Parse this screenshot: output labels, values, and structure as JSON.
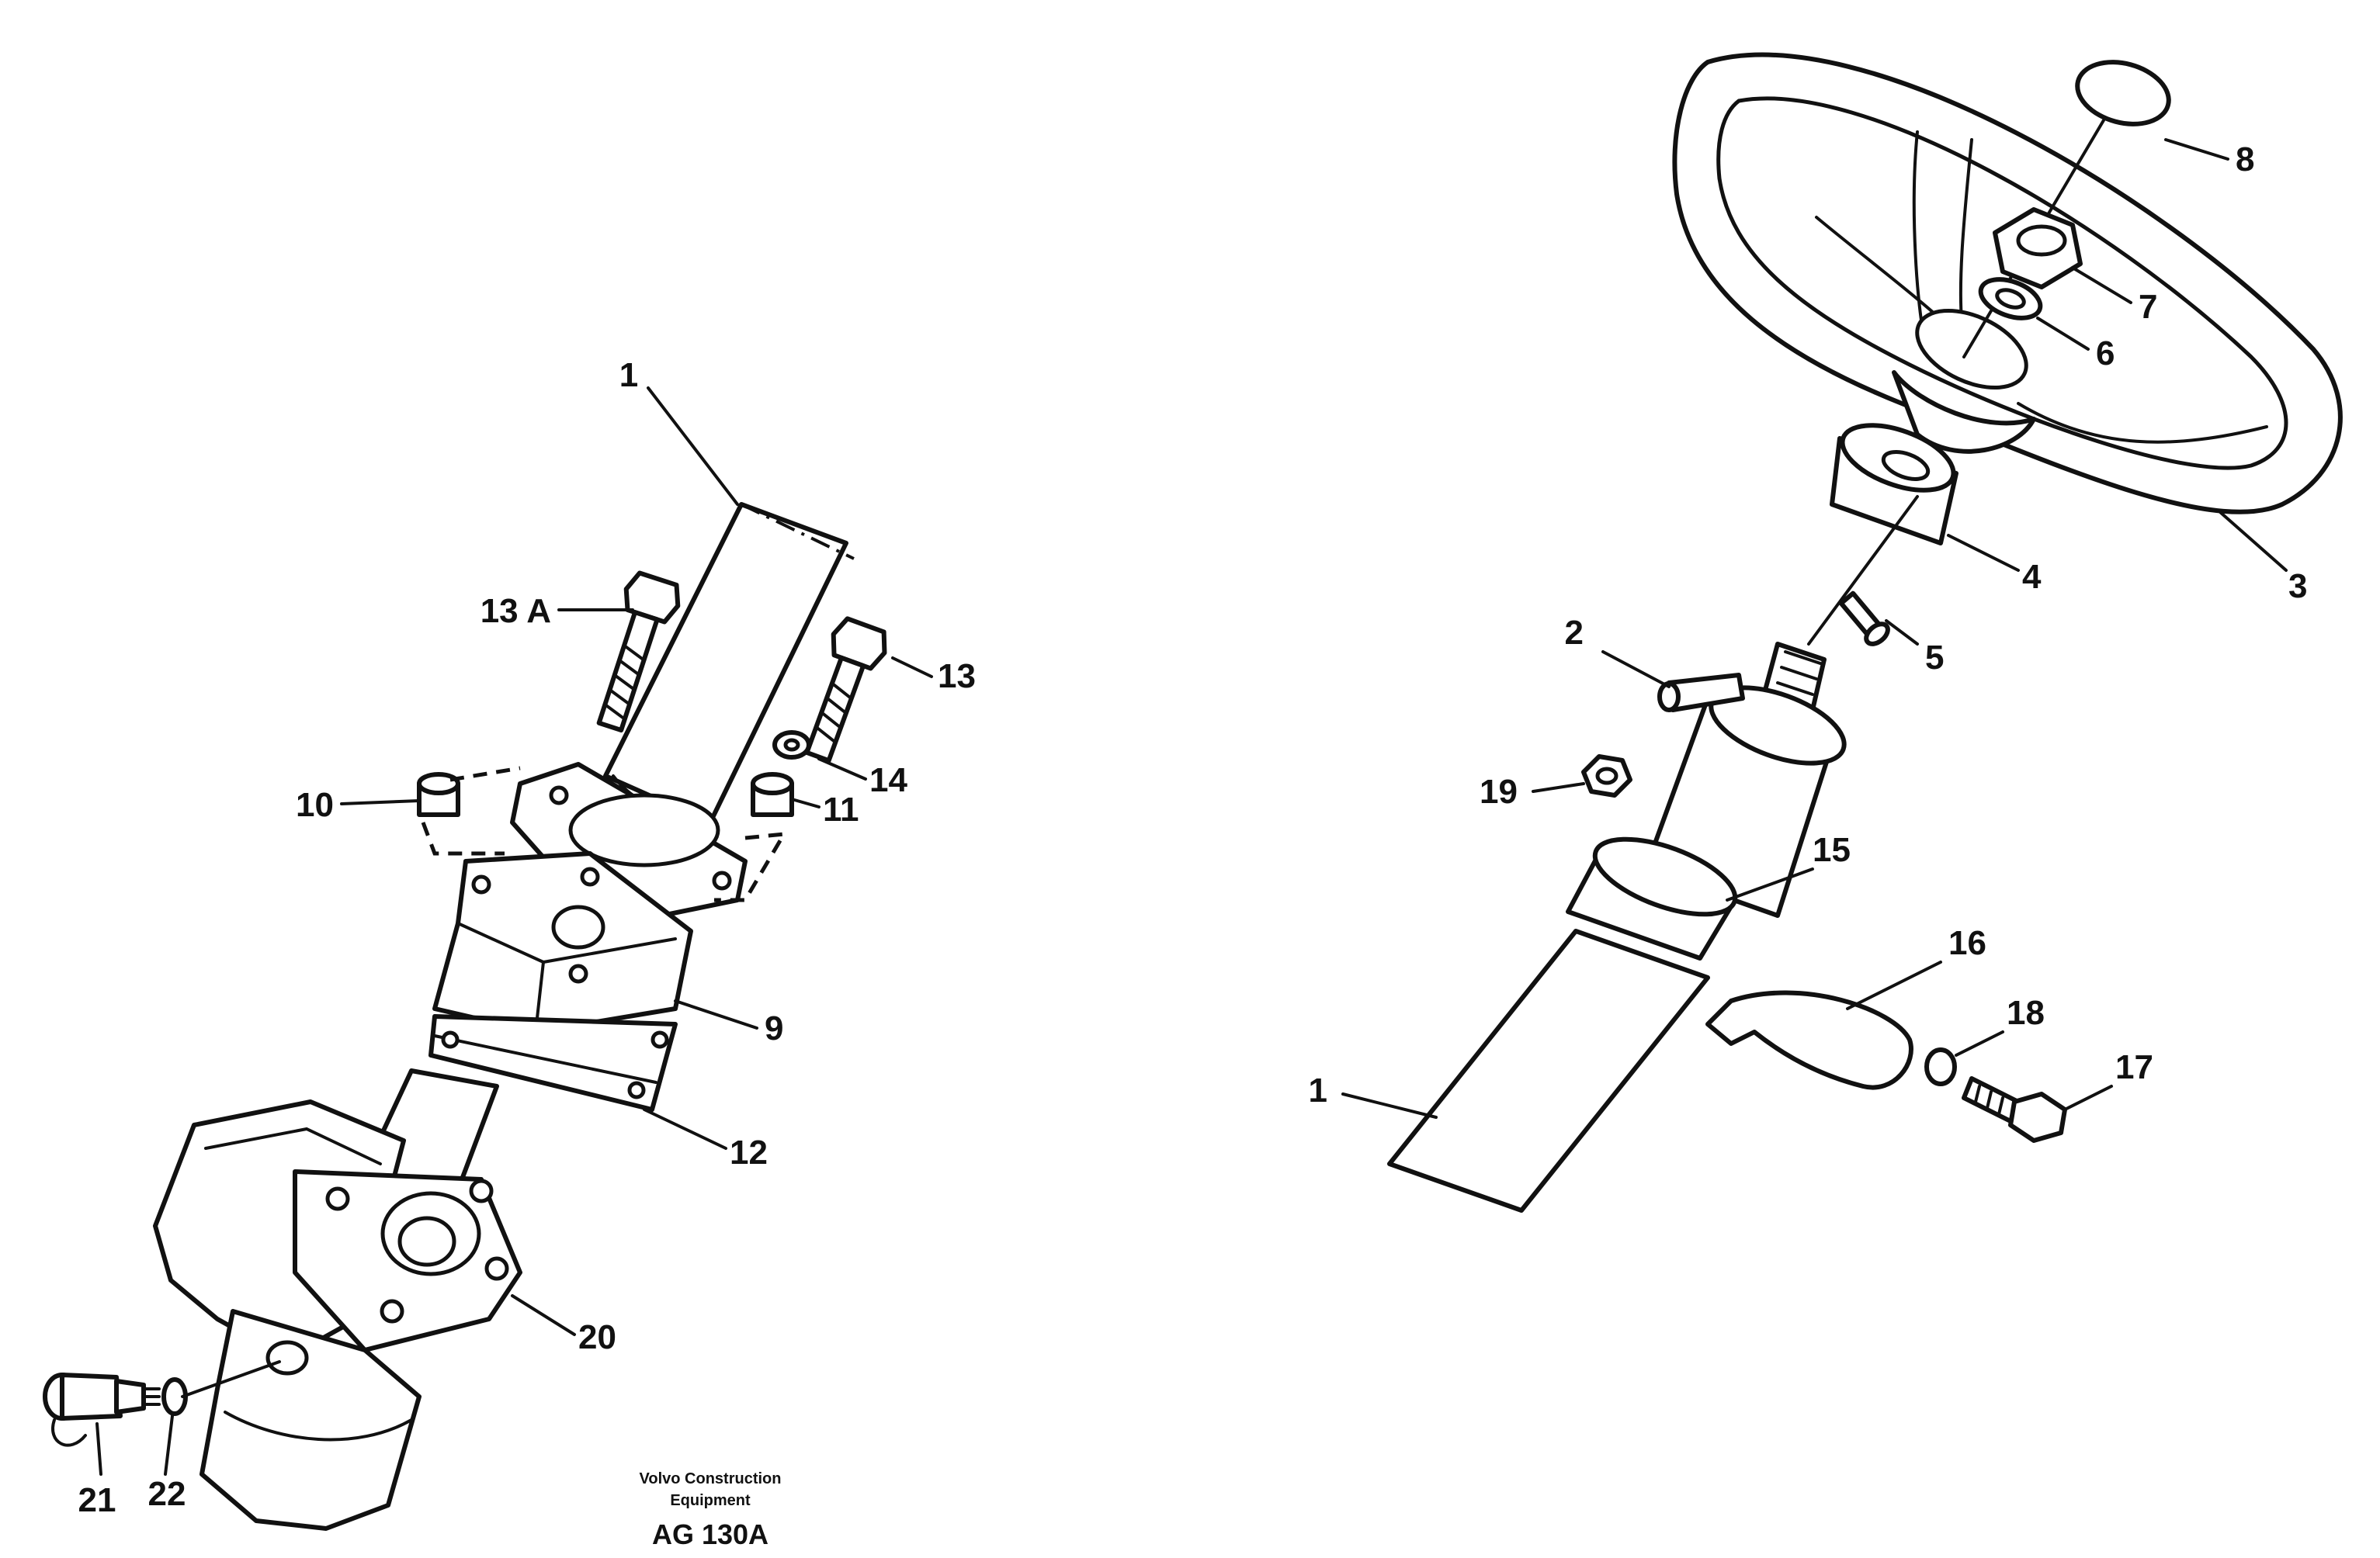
{
  "callouts": {
    "left": {
      "c1": "1",
      "c13a": "13 A",
      "c13": "13",
      "c10": "10",
      "c14": "14",
      "c11": "11",
      "c9": "9",
      "c12": "12",
      "c20": "20",
      "c21": "21",
      "c22": "22"
    },
    "right": {
      "c8": "8",
      "c7": "7",
      "c6": "6",
      "c3": "3",
      "c4": "4",
      "c2": "2",
      "c5": "5",
      "c19": "19",
      "c15": "15",
      "c16": "16",
      "c18": "18",
      "c17": "17",
      "c1": "1"
    }
  },
  "caption": {
    "line1": "Volvo Construction",
    "line2": "Equipment",
    "code": "AG 130A"
  }
}
